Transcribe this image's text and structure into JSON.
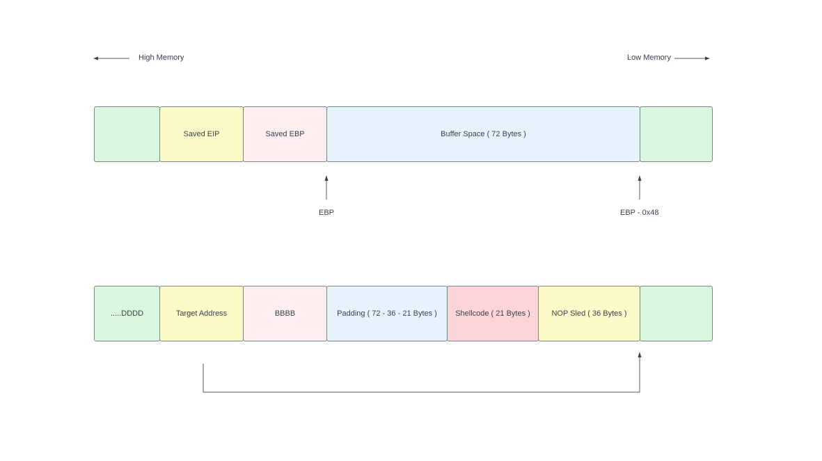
{
  "direction": {
    "high_memory": "High Memory",
    "low_memory": "Low Memory"
  },
  "stack_layout": {
    "segments": [
      {
        "label": "",
        "color": "#d9f7df"
      },
      {
        "label": "Saved EIP",
        "color": "#fcfac9"
      },
      {
        "label": "Saved EBP",
        "color": "#fdeef0"
      },
      {
        "label": "Buffer Space ( 72 Bytes )",
        "color": "#e5f3fd"
      },
      {
        "label": "",
        "color": "#d9f7df"
      }
    ],
    "pointers": {
      "ebp": "EBP",
      "ebp_minus": "EBP - 0x48"
    }
  },
  "exploit_layout": {
    "segments": [
      {
        "label": ".....DDDD",
        "color": "#d9f7df"
      },
      {
        "label": "Target Address",
        "color": "#fcfac9"
      },
      {
        "label": "BBBB",
        "color": "#fdeef0"
      },
      {
        "label": "Padding ( 72 - 36 - 21 Bytes )",
        "color": "#e5f3fd"
      },
      {
        "label": "Shellcode ( 21 Bytes )",
        "color": "#fdd5d8"
      },
      {
        "label": "NOP Sled ( 36 Bytes )",
        "color": "#fcfac9"
      },
      {
        "label": "",
        "color": "#d9f7df"
      }
    ]
  }
}
